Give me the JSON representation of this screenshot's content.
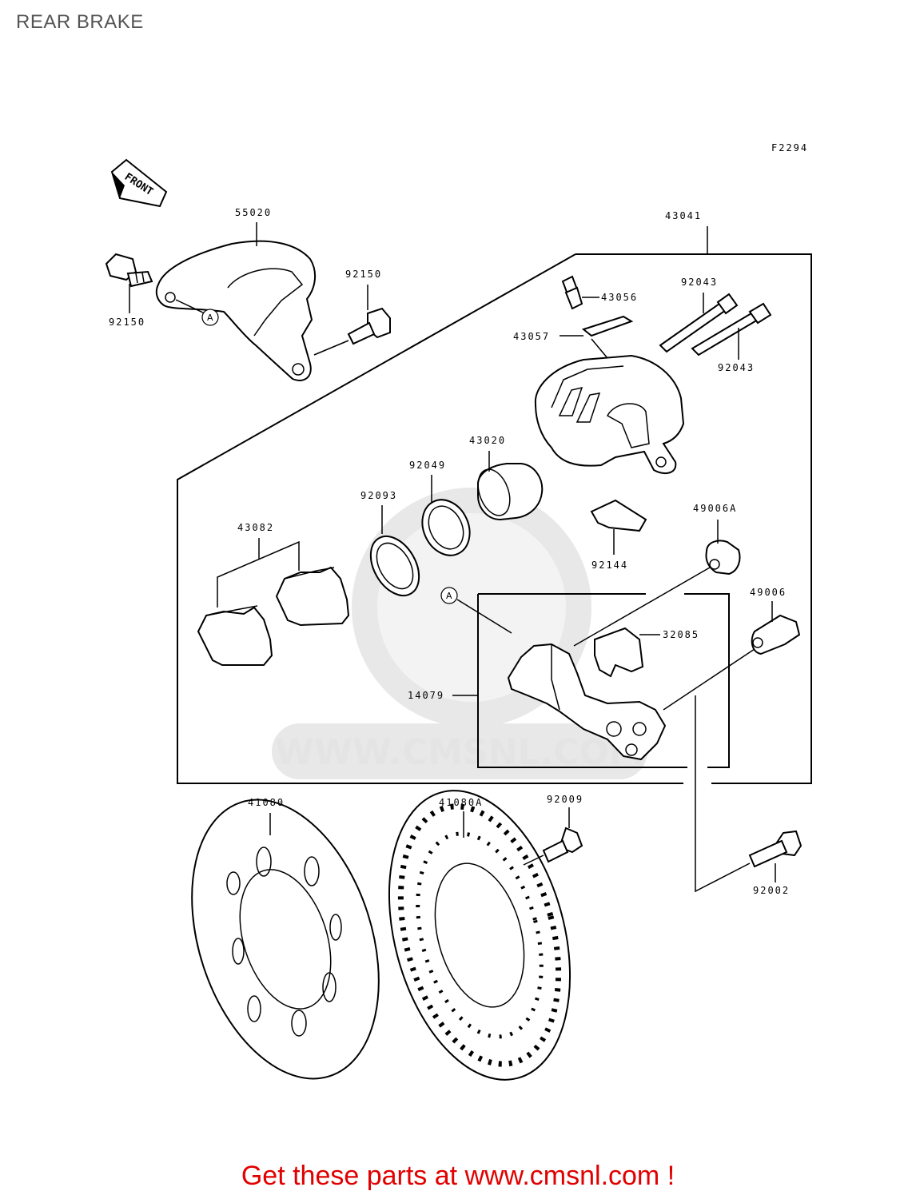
{
  "page": {
    "title": "REAR BRAKE"
  },
  "diagram": {
    "figure_code": "F2294",
    "front_arrow_label": "FRONT",
    "reference_marker": "A",
    "watermark_text": "WWW.CMSNL.COM",
    "callouts": {
      "bracket_55020": "55020",
      "bolt_92150_left": "92150",
      "bolt_92150_right": "92150",
      "caliper_assembly_43041": "43041",
      "bleed_valve_43056": "43056",
      "boot_43057": "43057",
      "pin_92043_top": "92043",
      "pin_92043_bottom": "92043",
      "piston_43020": "43020",
      "seal_92049": "92049",
      "seal_92093": "92093",
      "pad_set_43082": "43082",
      "spring_92144": "92144",
      "boot_49006A": "49006A",
      "boot_49006": "49006",
      "spring_32085": "32085",
      "holder_14079": "14079",
      "disc_41080": "41080",
      "disc_41080A": "41080A",
      "screw_92009": "92009",
      "bolt_92002": "92002"
    }
  },
  "footer": {
    "text": "Get these parts at www.cmsnl.com !",
    "color": "#e00000"
  }
}
